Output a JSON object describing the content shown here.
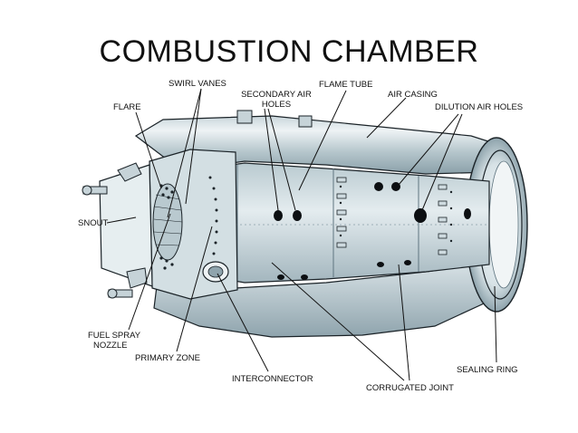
{
  "title": "COMBUSTION CHAMBER",
  "labels": {
    "swirl_vanes": "SWIRL VANES",
    "secondary_air_holes_1": "SECONDARY  AIR",
    "secondary_air_holes_2": "HOLES",
    "flame_tube": "FLAME TUBE",
    "air_casing": "AIR CASING",
    "flare": "FLARE",
    "dilution_air_holes": "DILUTION  AIR HOLES",
    "snout": "SNOUT",
    "fuel_spray_nozzle_1": "FUEL SPRAY",
    "fuel_spray_nozzle_2": "NOZZLE",
    "primary_zone": "PRIMARY ZONE",
    "interconnector": "INTERCONNECTOR",
    "sealing_ring": "SEALING RING",
    "corrugated_joint": "CORRUGATED JOINT"
  },
  "colors": {
    "metal_light": "#dce6ea",
    "metal_mid": "#a9bcc4",
    "metal_dark": "#5f7580",
    "outline": "#1b2328",
    "hole": "#0c0f12"
  }
}
